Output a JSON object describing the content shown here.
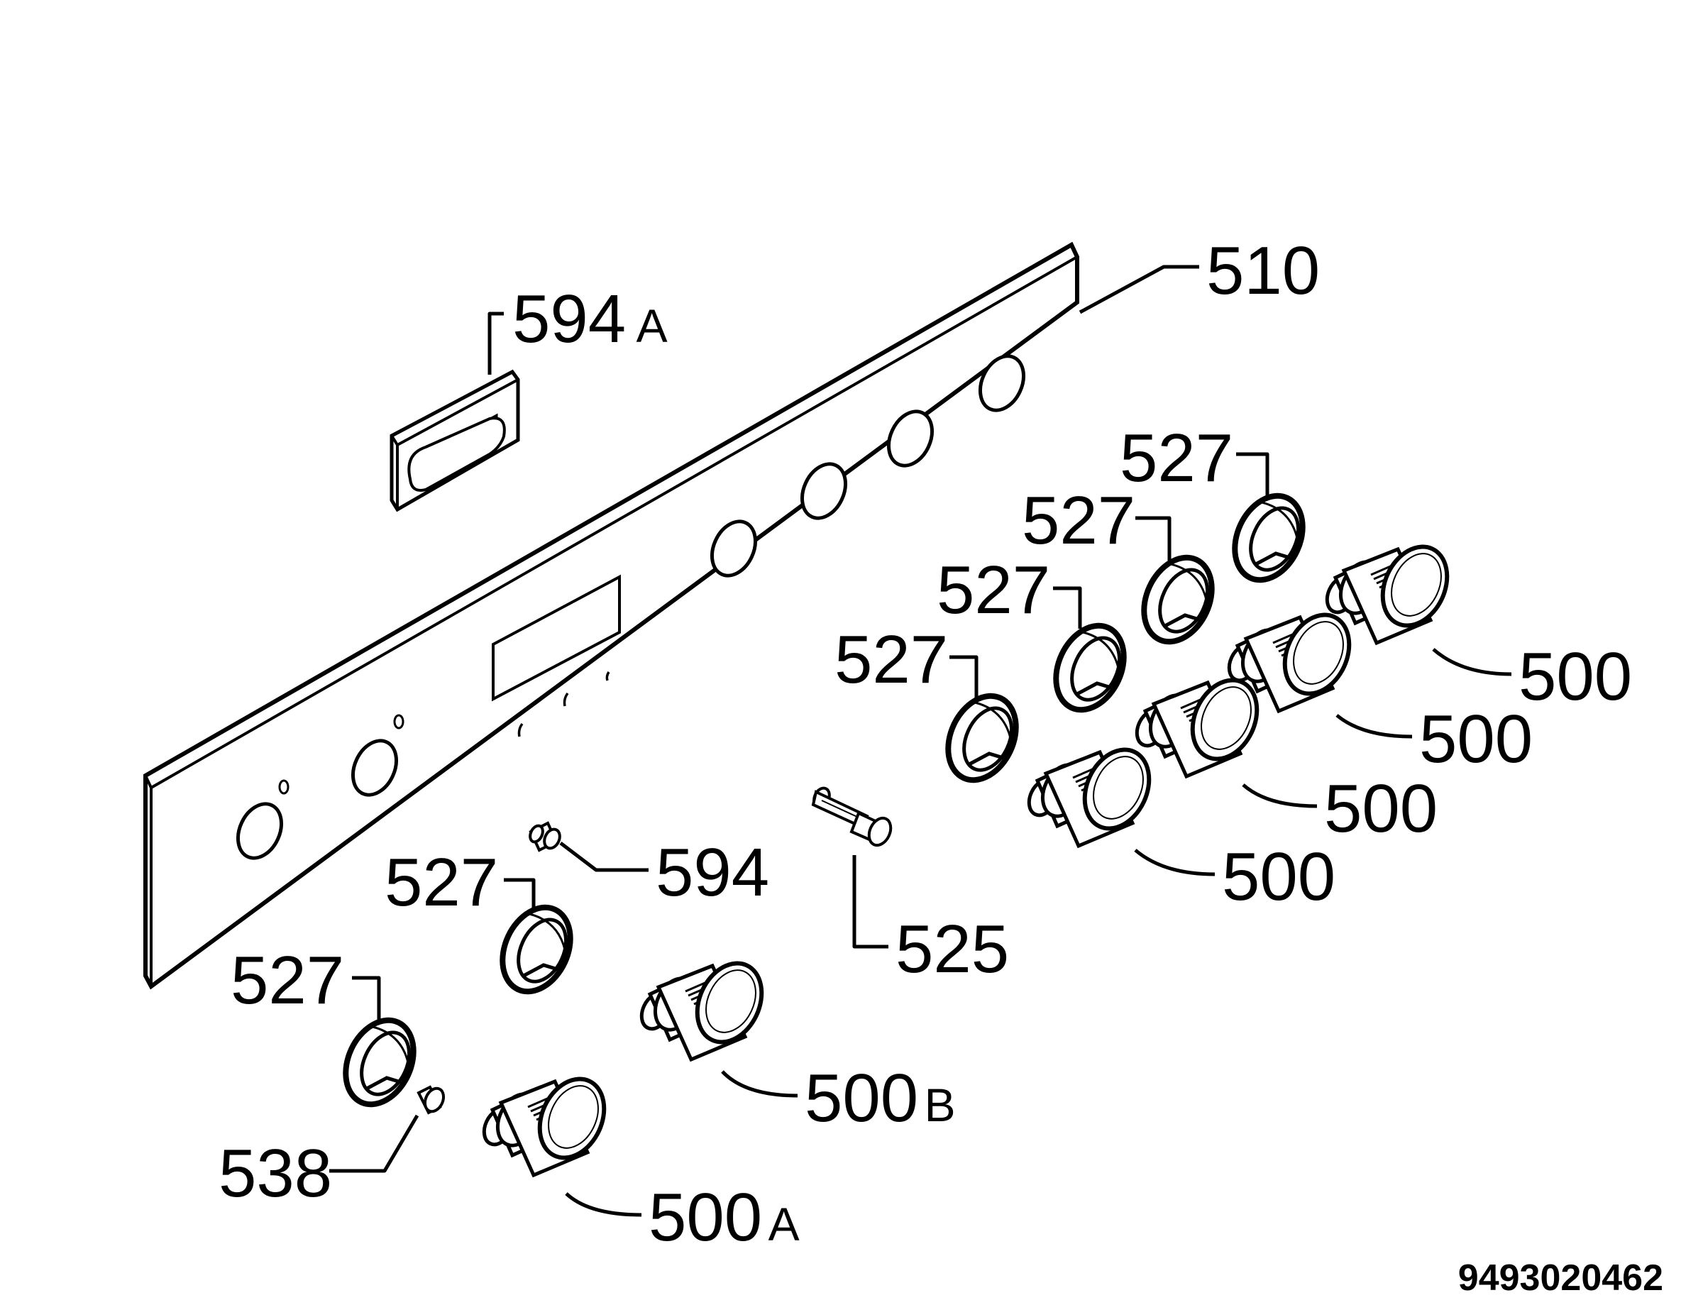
{
  "labels": {
    "panel": "510",
    "bracket": "594",
    "bracket_suffix": "A",
    "ring_1": "527",
    "ring_2": "527",
    "ring_3": "527",
    "ring_4": "527",
    "ring_5": "527",
    "ring_6": "527",
    "knob_1": "500",
    "knob_2": "500",
    "knob_3": "500",
    "knob_4": "500",
    "knob_b": "500",
    "knob_b_suffix": "B",
    "knob_a": "500",
    "knob_a_suffix": "A",
    "small_button": "594",
    "pin": "525",
    "spacer": "538"
  },
  "document_number": "9493020462"
}
